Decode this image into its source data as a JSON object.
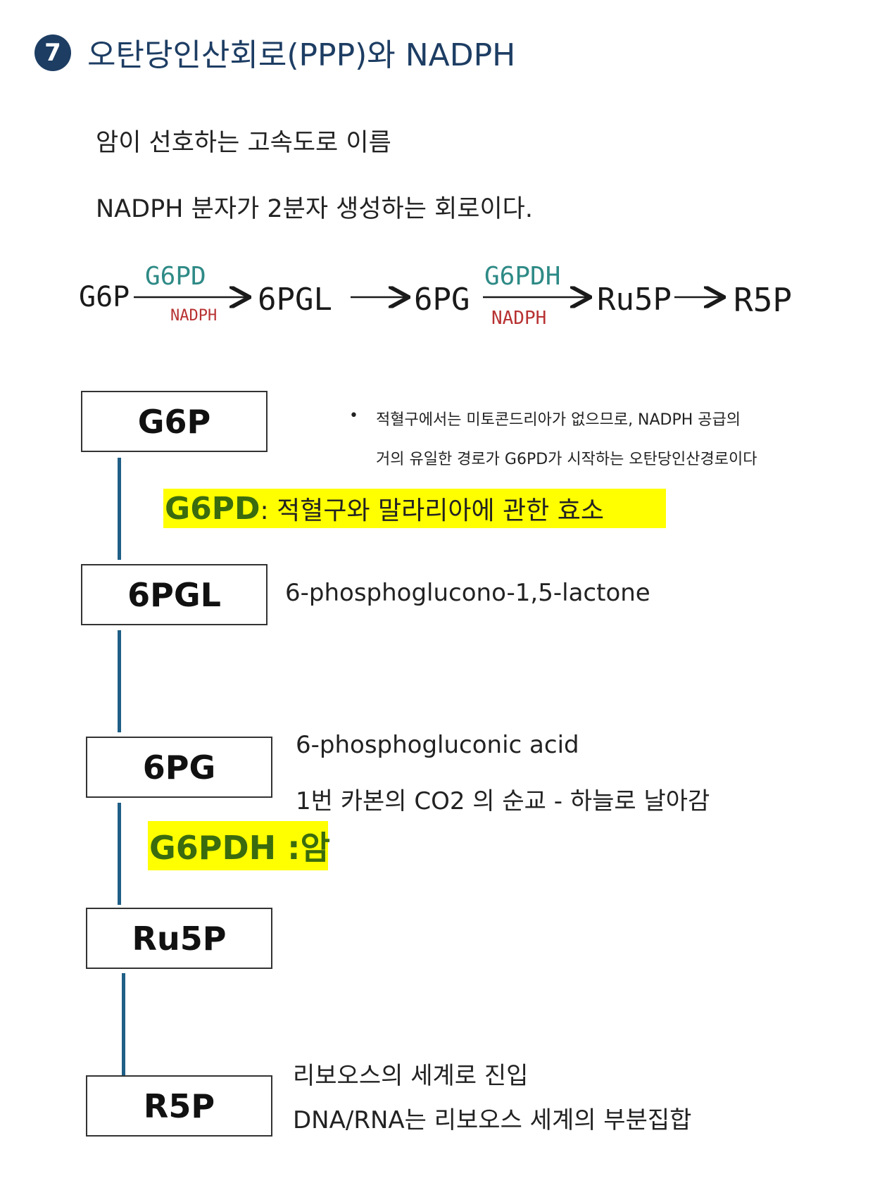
{
  "header": {
    "step_number": "7",
    "title": "오탄당인산회로(PPP)와 NADPH"
  },
  "intro": {
    "line1": "암이 선호하는 고속도로 이름",
    "line2": "NADPH 분자가 2분자 생성하는 회로이다."
  },
  "sketch": {
    "nodes": [
      "G6P",
      "6PGL",
      "6PG",
      "Ru5P",
      "R5P"
    ],
    "enzyme1": "G6PD",
    "cofactor1": "NADPH",
    "enzyme2": "G6PDH",
    "cofactor2": "NADPH",
    "colors": {
      "ink": "#1a1a1a",
      "enzyme": "#2e8a86",
      "cofactor": "#b83232"
    }
  },
  "pathway": {
    "boxes": [
      {
        "label": "G6P"
      },
      {
        "label": "6PGL"
      },
      {
        "label": "6PG"
      },
      {
        "label": "Ru5P"
      },
      {
        "label": "R5P"
      }
    ],
    "line_color": "#1f5f86"
  },
  "notes": {
    "rbc_bullet_line1": "적혈구에서는 미토콘드리아가 없으므로, NADPH 공급의",
    "rbc_bullet_line2": "거의 유일한 경로가 G6PD가 시작하는 오탄당인산경로이다",
    "g6pd_name": "G6PD",
    "g6pd_desc": " : 적혈구와 말라리아에 관한 효소",
    "pgl_full": "6-phosphoglucono-1,5-lactone",
    "pg_full": "6-phosphogluconic acid",
    "pg_co2": "1번 카본의  CO2 의 순교 -  하늘로 날아감",
    "g6pdh_label": "G6PDH :암",
    "r5p_line1": "리보오스의 세계로 진입",
    "r5p_line2": "DNA/RNA는 리보오스 세계의 부분집합"
  },
  "colors": {
    "title": "#1d3d63",
    "highlight": "#ffff00",
    "highlight_text": "#3a6b0e"
  }
}
